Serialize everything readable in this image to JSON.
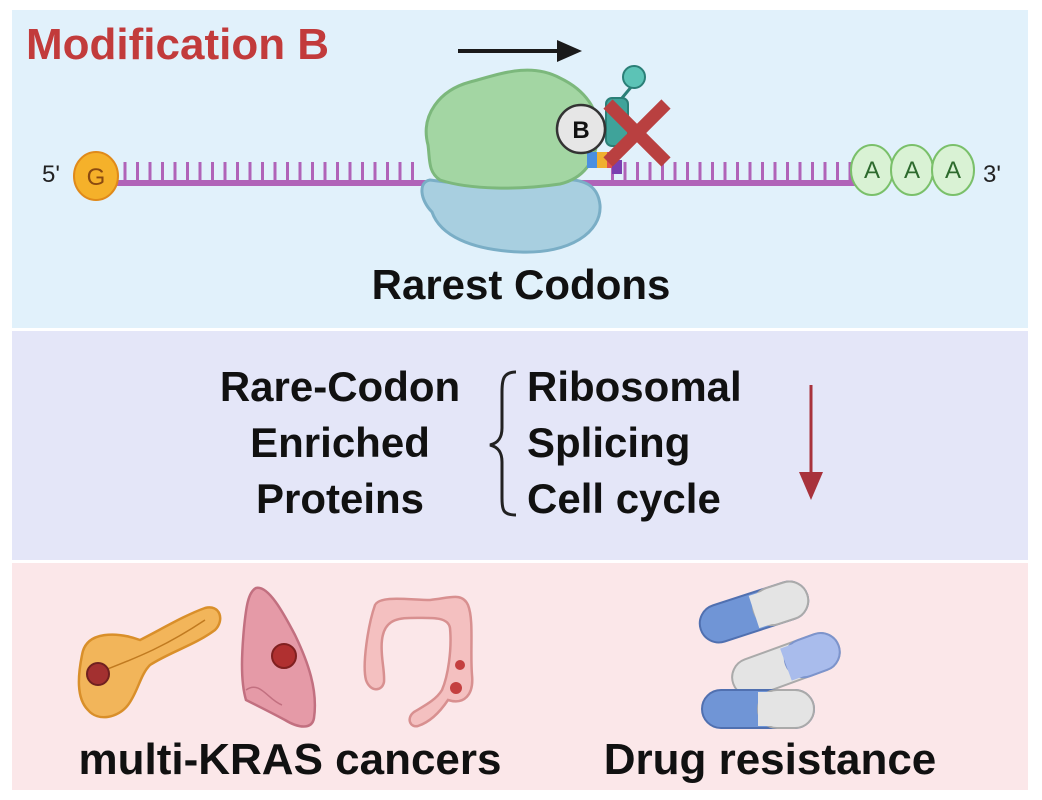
{
  "top_panel": {
    "title": "Modification B",
    "five_prime": "5'",
    "three_prime": "3'",
    "cap_letter": "G",
    "poly_a": [
      "A",
      "A",
      "A"
    ],
    "modification_badge": "B",
    "caption": "Rarest Codons"
  },
  "middle_panel": {
    "left_lines": [
      "Rare-Codon",
      "Enriched",
      "Proteins"
    ],
    "right_lines": [
      "Ribosomal",
      "Splicing",
      "Cell cycle"
    ]
  },
  "bottom_panel": {
    "left_caption": "multi-KRAS cancers",
    "right_caption": "Drug resistance"
  },
  "colors": {
    "title_red": "#c23b3b",
    "mrna_purple": "#b063b8",
    "arrow_down_red": "#a8323c",
    "x_mark": "#b94040"
  }
}
